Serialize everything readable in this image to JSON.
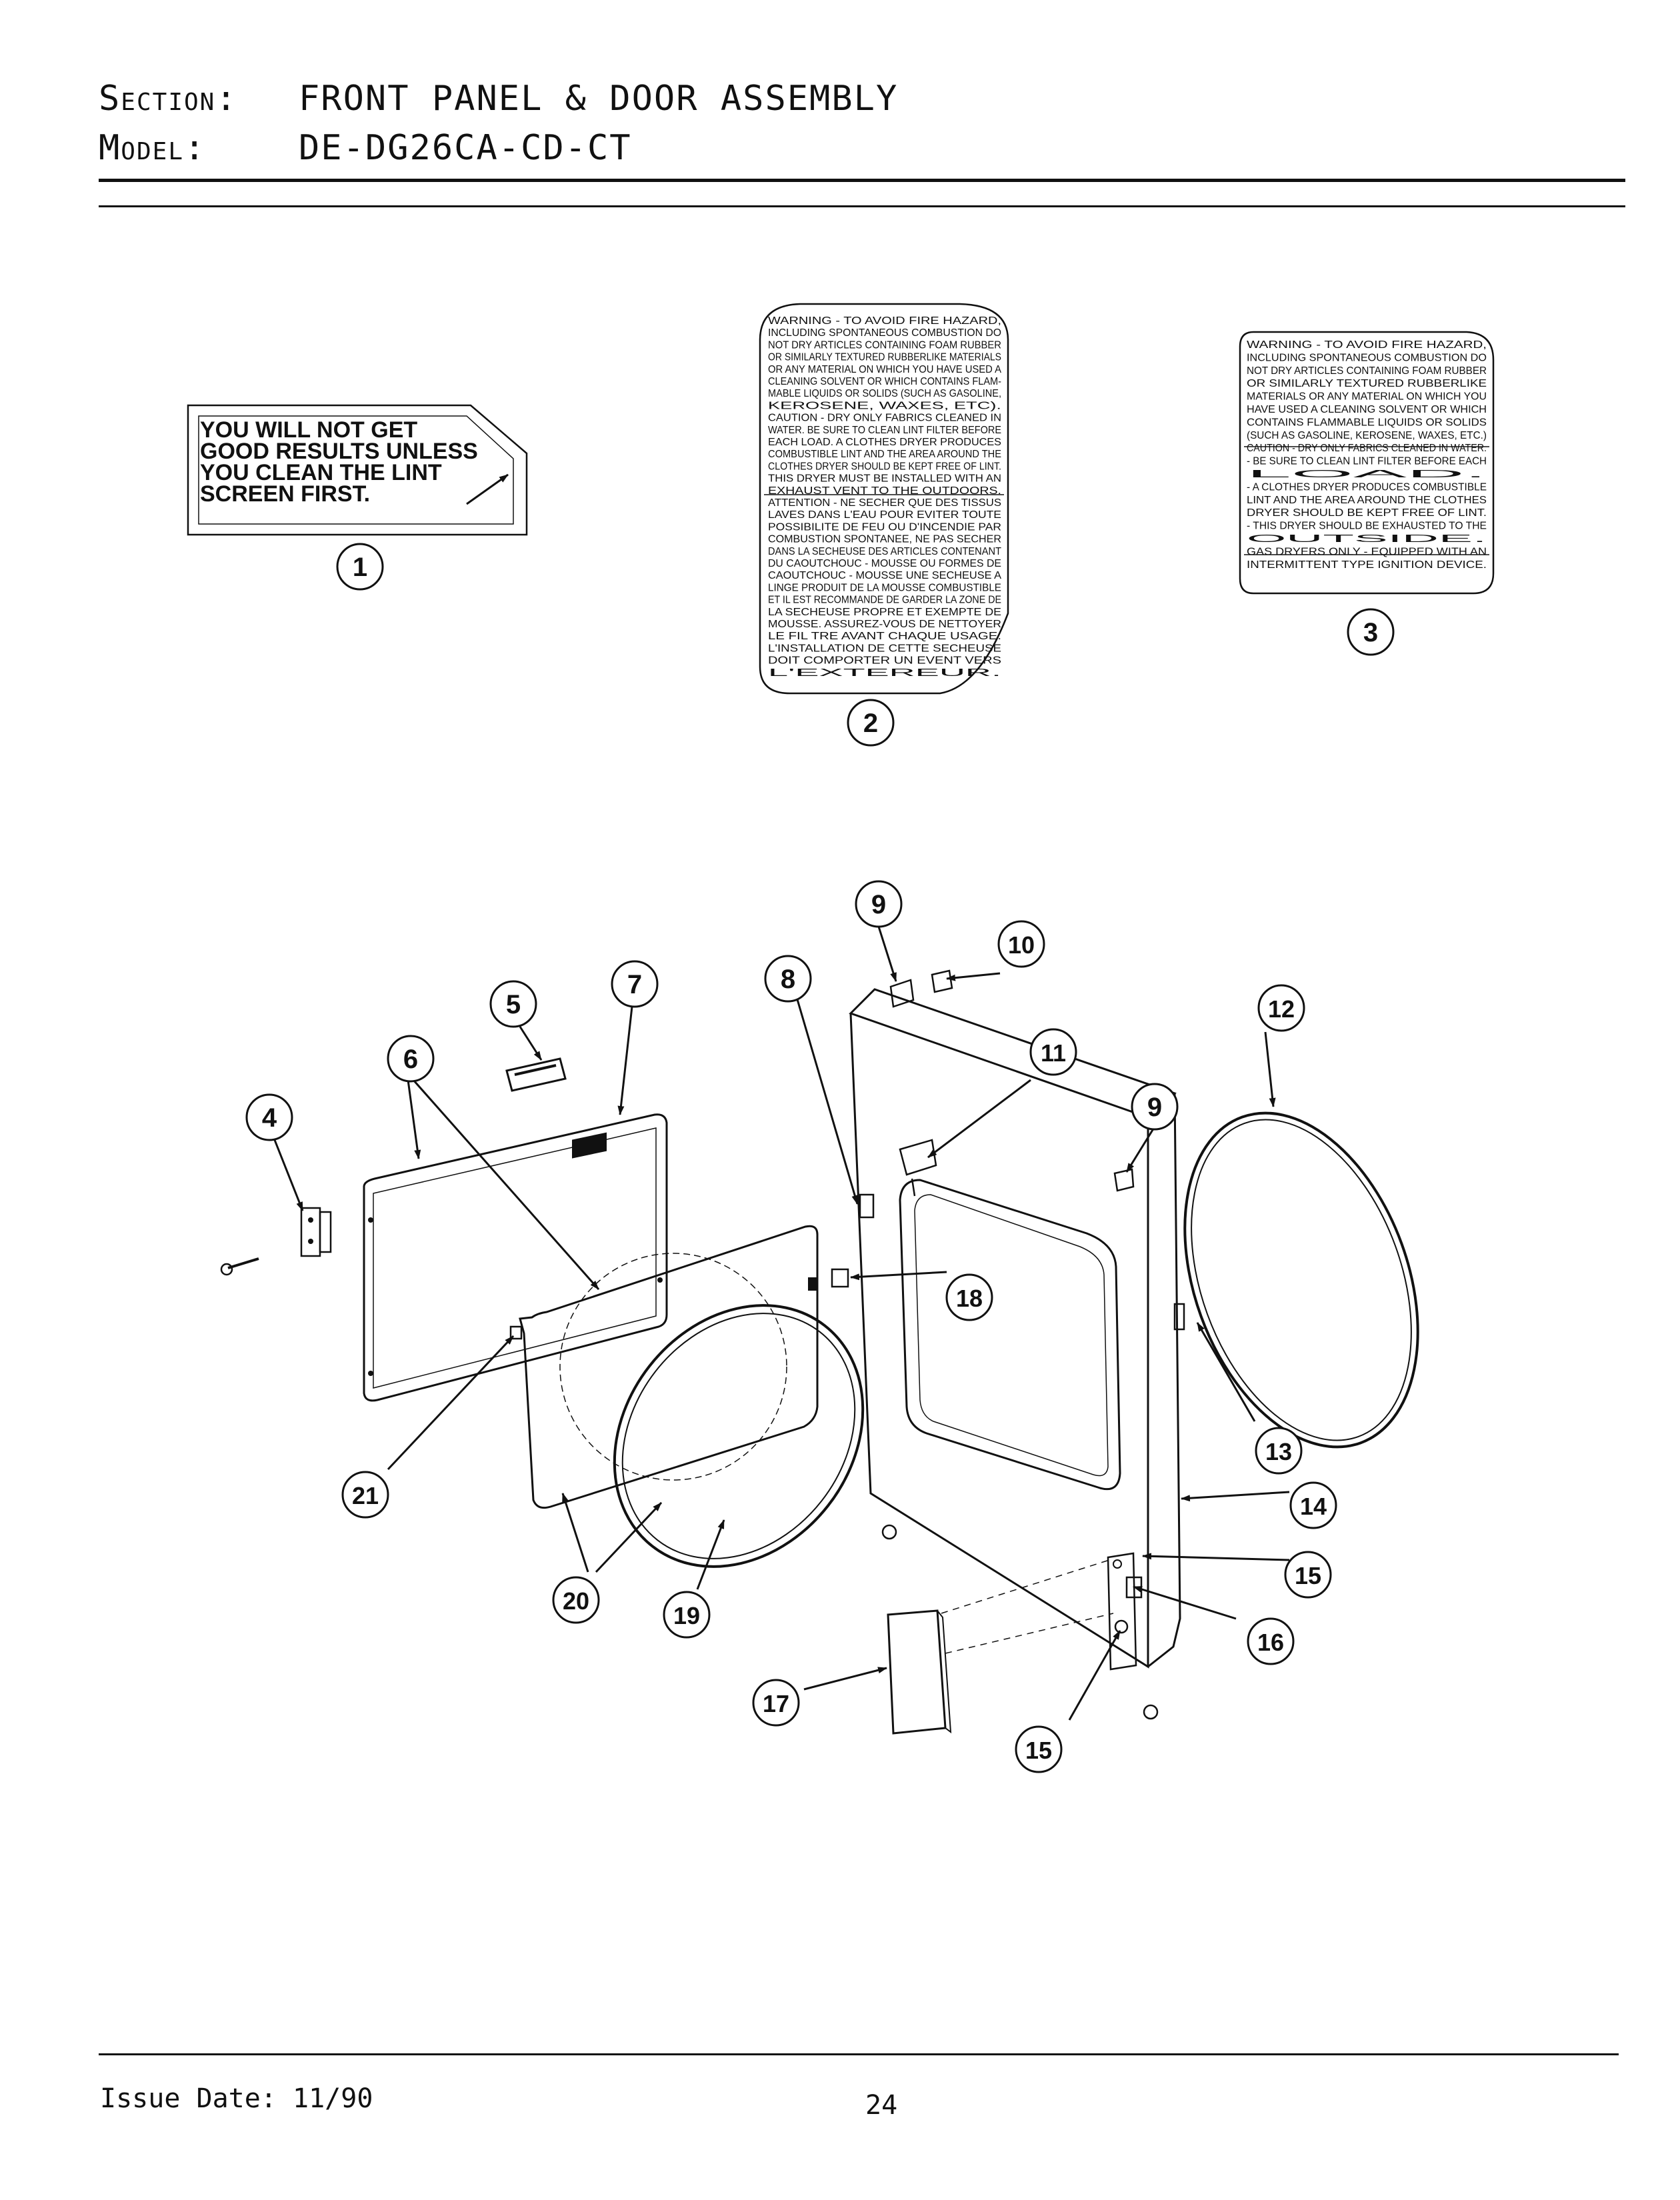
{
  "header": {
    "section_label": "Section:",
    "section_value": "FRONT PANEL & DOOR ASSEMBLY",
    "model_label": "Model:",
    "model_value": "DE-DG26CA-CD-CT"
  },
  "label1": {
    "lines": [
      "YOU WILL NOT GET",
      "GOOD RESULTS UNLESS",
      "YOU CLEAN THE LINT",
      "SCREEN FIRST."
    ]
  },
  "label2": {
    "lines": [
      "WARNING - TO AVOID FIRE HAZARD,",
      "INCLUDING SPONTANEOUS COMBUSTION DO",
      "NOT DRY ARTICLES CONTAINING FOAM RUBBER",
      "OR SIMILARLY TEXTURED RUBBERLIKE MATERIALS",
      "OR ANY MATERIAL ON WHICH YOU HAVE USED A",
      "CLEANING SOLVENT OR WHICH CONTAINS FLAM-",
      "MABLE LIQUIDS OR SOLIDS (SUCH AS GASOLINE,",
      "KEROSENE, WAXES, ETC).",
      "CAUTION - DRY ONLY FABRICS CLEANED IN",
      "WATER. BE SURE TO CLEAN LINT FILTER BEFORE",
      "EACH LOAD. A CLOTHES DRYER PRODUCES",
      "COMBUSTIBLE LINT AND THE AREA AROUND THE",
      "CLOTHES DRYER SHOULD BE KEPT FREE OF LINT.",
      "THIS DRYER MUST BE INSTALLED WITH AN",
      "EXHAUST VENT TO THE OUTDOORS.",
      "ATTENTION - NE SECHER QUE DES TISSUS",
      "LAVES DANS L'EAU POUR EVITER TOUTE",
      "POSSIBILITE DE FEU OU D'INCENDIE PAR",
      "COMBUSTION SPONTANEE, NE PAS SECHER",
      "DANS LA SECHEUSE DES ARTICLES CONTENANT",
      "DU CAOUTCHOUC - MOUSSE OU FORMES DE",
      "CAOUTCHOUC - MOUSSE UNE SECHEUSE A",
      "LINGE PRODUIT DE LA MOUSSE COMBUSTIBLE",
      "ET IL EST RECOMMANDE DE GARDER LA ZONE DE",
      "LA SECHEUSE PROPRE ET EXEMPTE DE",
      "MOUSSE. ASSUREZ-VOUS DE NETTOYER",
      "LE FIL TRE AVANT CHAQUE USAGE.",
      "L'INSTALLATION DE CETTE SECHEUSE",
      "DOIT COMPORTER UN EVENT VERS",
      "L'EXTEREUR."
    ]
  },
  "label3": {
    "lines": [
      "WARNING - TO AVOID FIRE HAZARD,",
      "INCLUDING SPONTANEOUS COMBUSTION DO",
      "NOT DRY ARTICLES CONTAINING FOAM RUBBER",
      "OR SIMILARLY TEXTURED RUBBERLIKE",
      "MATERIALS OR ANY MATERIAL ON WHICH YOU",
      "HAVE USED A CLEANING SOLVENT OR WHICH",
      "CONTAINS FLAMMABLE LIQUIDS OR SOLIDS",
      "(SUCH AS GASOLINE, KEROSENE, WAXES, ETC.)",
      "CAUTION - DRY ONLY FABRICS CLEANED IN WATER.",
      "- BE SURE TO CLEAN LINT FILTER BEFORE EACH",
      "LOAD.",
      "- A CLOTHES DRYER PRODUCES COMBUSTIBLE",
      "LINT AND THE AREA AROUND THE CLOTHES",
      "DRYER SHOULD BE KEPT FREE OF LINT.",
      "- THIS DRYER SHOULD BE EXHAUSTED TO THE",
      "OUTSIDE.",
      "GAS DRYERS ONLY - EQUIPPED WITH AN",
      "INTERMITTENT TYPE IGNITION DEVICE."
    ]
  },
  "callouts": {
    "c1": "1",
    "c2": "2",
    "c3": "3",
    "c4": "4",
    "c5": "5",
    "c6": "6",
    "c7": "7",
    "c8": "8",
    "c9a": "9",
    "c9b": "9",
    "c10": "10",
    "c11": "11",
    "c12": "12",
    "c13": "13",
    "c14": "14",
    "c15a": "15",
    "c15b": "15",
    "c16": "16",
    "c17": "17",
    "c18": "18",
    "c19": "19",
    "c20": "20",
    "c21": "21"
  },
  "footer": {
    "issue_date": "Issue Date: 11/90",
    "page_number": "24"
  }
}
